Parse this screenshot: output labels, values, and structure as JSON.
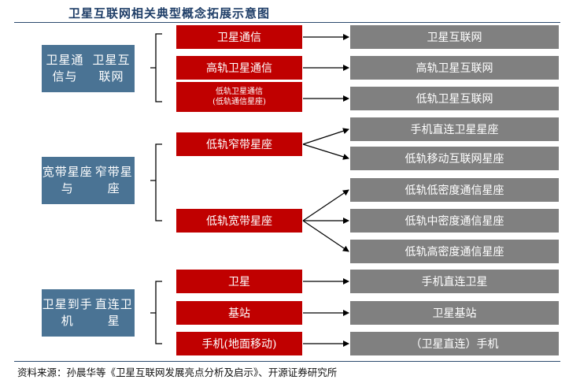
{
  "title": "卫星互联网相关典型概念拓展示意图",
  "groups": [
    {
      "category": "卫星通信与卫星互联网",
      "items": [
        {
          "label": "卫星通信",
          "targets": [
            "卫星互联网"
          ]
        },
        {
          "label": "高轨卫星通信",
          "targets": [
            "高轨卫星互联网"
          ]
        },
        {
          "label_lines": [
            "低轨卫星通信",
            "(低轨通信星座)"
          ],
          "targets": [
            "低轨卫星互联网"
          ]
        }
      ]
    },
    {
      "category": "宽带星座与窄带星座",
      "items": [
        {
          "label": "低轨窄带星座",
          "targets": [
            "手机直连卫星星座",
            "低轨移动互联网星座"
          ]
        },
        {
          "label": "低轨宽带星座",
          "targets": [
            "低轨低密度通信星座",
            "低轨中密度通信星座",
            "低轨高密度通信星座"
          ]
        }
      ]
    },
    {
      "category": "卫星到手机直连卫星",
      "items": [
        {
          "label": "卫星",
          "targets": [
            "手机直连卫星"
          ]
        },
        {
          "label": "基站",
          "targets": [
            "卫星基站"
          ]
        },
        {
          "label": "手机(地面移动)",
          "targets": [
            "（卫星直连）手机"
          ]
        }
      ]
    }
  ],
  "source": "资料来源：孙晨华等《卫星互联网发展亮点分析及启示》、开源证券研究所",
  "colors": {
    "category_box": "#4a7394",
    "red_box": "#c00000",
    "gray_box": "#808080",
    "title": "#1f3e68"
  }
}
